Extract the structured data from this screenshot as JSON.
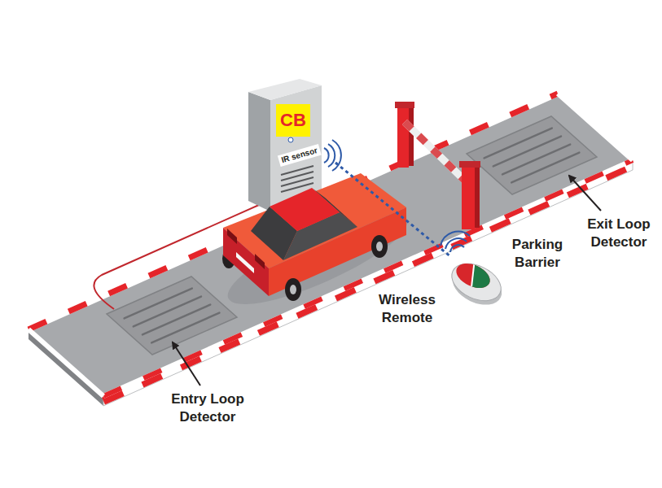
{
  "diagram": {
    "nodes": [
      {
        "text": [
          "CB"
        ]
      },
      {
        "text": [
          "IR sensor"
        ]
      }
    ],
    "labels": [
      "Exit Loop Detector",
      "Parking Barrier",
      "Wireless Remote",
      "Entry Loop Detector"
    ]
  }
}
